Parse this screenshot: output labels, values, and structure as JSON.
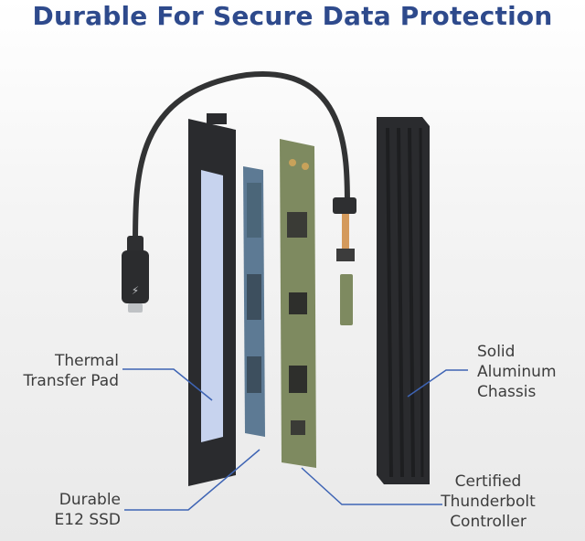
{
  "title": "Durable For Secure Data Protection",
  "colors": {
    "title": "#2e4a8c",
    "callout_line": "#3e64b4",
    "label_text": "#3c3c3c",
    "chassis": "#2a2b2e",
    "pcb": "#7e8a60",
    "ssd": "#5d7a94",
    "pad": "#c7d3ee",
    "cable": "#323334"
  },
  "labels": {
    "thermal_pad": [
      "Thermal",
      "Transfer Pad"
    ],
    "ssd": [
      "Durable",
      "E12 SSD"
    ],
    "chassis": [
      "Solid",
      "Aluminum",
      "Chassis"
    ],
    "controller": [
      "Certified",
      "Thunderbolt",
      "Controller"
    ]
  }
}
